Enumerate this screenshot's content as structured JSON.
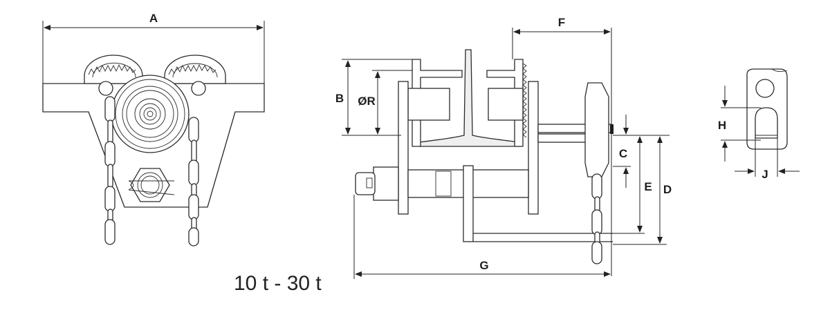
{
  "dimensions": {
    "A": "A",
    "B": "B",
    "R": "ØR",
    "C": "C",
    "D": "D",
    "E": "E",
    "F": "F",
    "G": "G",
    "H": "H",
    "J": "J"
  },
  "capacity_caption": "10 t - 30 t"
}
